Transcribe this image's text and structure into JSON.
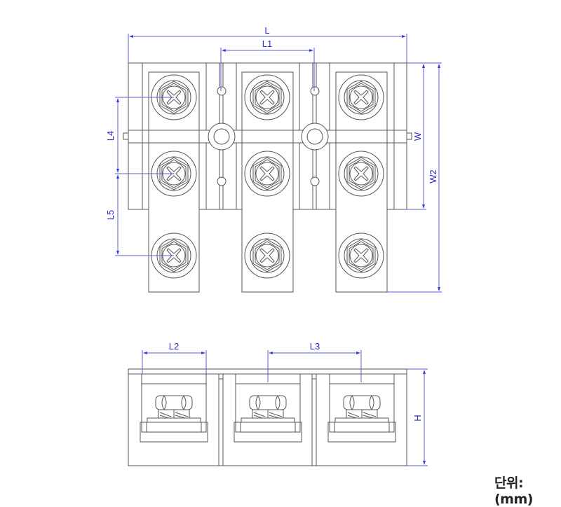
{
  "drawing": {
    "title": "3-pole terminal block dimension drawing",
    "top_view": {
      "dimensions": {
        "L": "L",
        "L1": "L1",
        "L4": "L4",
        "L5": "L5",
        "W": "W",
        "W2": "W2"
      },
      "poles": 3,
      "screws_per_pole": 3
    },
    "side_view": {
      "dimensions": {
        "L2": "L2",
        "L3": "L3",
        "H": "H"
      }
    },
    "unit_label": "단위:(mm)",
    "colors": {
      "outline": "#555555",
      "dimension": "#5b5bd6",
      "dimension_text": "#2b2bd0"
    }
  }
}
